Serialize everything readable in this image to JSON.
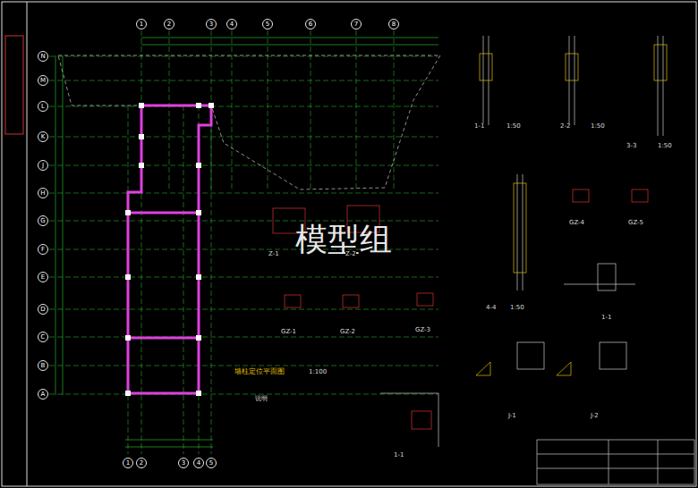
{
  "diagram": {
    "nodes": [
      {
        "text": [
          "N"
        ]
      },
      {
        "text": [
          "M"
        ]
      },
      {
        "text": [
          "L"
        ]
      },
      {
        "text": [
          "K"
        ]
      },
      {
        "text": [
          "J"
        ]
      },
      {
        "text": [
          "H"
        ]
      },
      {
        "text": [
          "G"
        ]
      },
      {
        "text": [
          "F"
        ]
      },
      {
        "text": [
          "E"
        ]
      },
      {
        "text": [
          "D"
        ]
      },
      {
        "text": [
          "C"
        ]
      },
      {
        "text": [
          "B"
        ]
      },
      {
        "text": [
          "A"
        ]
      },
      {
        "text": [
          "1"
        ]
      },
      {
        "text": [
          "2"
        ]
      },
      {
        "text": [
          "3"
        ]
      },
      {
        "text": [
          "4"
        ]
      },
      {
        "text": [
          "5"
        ]
      },
      {
        "text": [
          "6"
        ]
      },
      {
        "text": [
          "7"
        ]
      },
      {
        "text": [
          "8"
        ]
      },
      {
        "text": [
          "1"
        ]
      },
      {
        "text": [
          "2"
        ]
      },
      {
        "text": [
          "3"
        ]
      },
      {
        "text": [
          "4"
        ]
      },
      {
        "text": [
          "5"
        ]
      }
    ],
    "labels": [
      "模型组",
      "墙柱定位平面图",
      "1:100",
      "说明",
      "1-1",
      "1:50",
      "2-2",
      "1:50",
      "3-3",
      "1:50",
      "4-4",
      "1:50",
      "Z-1",
      "Z-2",
      "GZ-1",
      "GZ-2",
      "GZ-3",
      "GZ-4",
      "GZ-5",
      "1-1",
      "J-1",
      "J-2",
      "1-1"
    ]
  }
}
